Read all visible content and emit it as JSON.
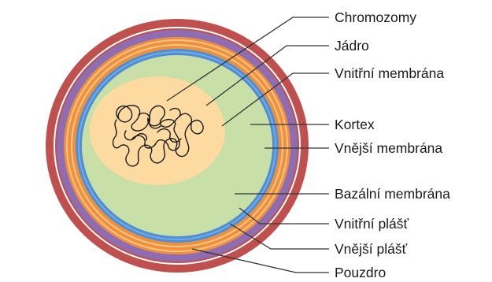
{
  "labels": {
    "chromosomes": "Chromozomy",
    "nucleus": "Jádro",
    "inner_membrane": "Vnitřní membrána",
    "cortex": "Kortex",
    "outer_membrane": "Vnější membrána",
    "basal_membrane": "Bazální membrána",
    "inner_sheath": "Vnitřní plášť",
    "outer_sheath": "Vnější plášť",
    "capsule": "Pouzdro"
  },
  "colors": {
    "capsule": "#c0504d",
    "outer_sheath": "#8e6db2",
    "inner_sheath": "#f0913a",
    "inner_sheath_stripe": "#f6c58e",
    "membrane_blue": "#4f8fd6",
    "cortex": "#c9dfa8",
    "nucleus": "#fddba0",
    "line": "#333333"
  }
}
